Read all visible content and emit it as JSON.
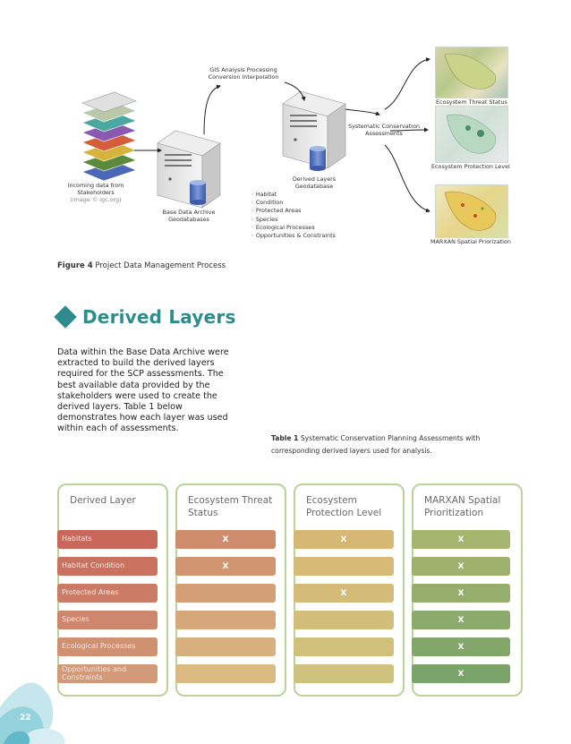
{
  "diagram": {
    "gis_processing": "GIS Analysis Processing",
    "conversion_interpolation": "Conversion Interpolation",
    "incoming_data": "Incoming data from",
    "stakeholders": "Stakeholders",
    "image_credit": "(image © igc.org)",
    "base_archive": "Base Data Archive",
    "base_geodatabases": "Geodatabases",
    "derived_layers_label": "Derived Layers",
    "derived_geodatabase": "Geodatabase",
    "scp": "Systematic Conservation",
    "assessments": "Assessments",
    "bullets": [
      "Habitat",
      "Condition",
      "Protected Areas",
      "Species",
      "Ecological Processes",
      "Opportunities & Constraints"
    ],
    "threat_status": "Ecosystem Threat Status",
    "protection_level": "Ecosystem Protection Level",
    "marxan_prior": "MARXAN Spatial Priorization"
  },
  "figure_caption": {
    "label": "Figure 4",
    "text": " Project Data Management Process"
  },
  "section": {
    "title": "Derived Layers",
    "paragraph": "Data within the Base Data Archive were extracted to build the derived layers required for the SCP assessments. The best available data provided by the stakeholders were used to create the derived layers.  Table 1 below demonstrates how each layer was used within each of assessments."
  },
  "table_caption": {
    "label": "Table 1",
    "text": " Systematic Conservation Planning Assessments with corresponding derived layers used for analysis."
  },
  "table": {
    "headers": [
      "Derived Layer",
      "Ecosystem Threat Status",
      "Ecosystem Protection Level",
      "MARXAN Spatial Prioritization"
    ],
    "rows": [
      {
        "layer": "Habitats",
        "threat": "X",
        "protection": "X",
        "marxan": "X"
      },
      {
        "layer": "Habitat Condition",
        "threat": "X",
        "protection": "",
        "marxan": "X"
      },
      {
        "layer": "Protected Areas",
        "threat": "",
        "protection": "X",
        "marxan": "X"
      },
      {
        "layer": "Species",
        "threat": "",
        "protection": "",
        "marxan": "X"
      },
      {
        "layer": "Ecological Processes",
        "threat": "",
        "protection": "",
        "marxan": "X"
      },
      {
        "layer": "Opportunities and Constraints",
        "threat": "",
        "protection": "",
        "marxan": "X"
      }
    ]
  },
  "page_number": "22",
  "colors": {
    "accent": "#2e8c8c",
    "column_border": "#b9d398",
    "row_habitats": "#c9685a",
    "row_threat": "#cf8c6c",
    "row_protection": "#d7b774",
    "row_marxan_top": "#a5b56e",
    "row_marxan_bottom": "#7aa36a"
  }
}
